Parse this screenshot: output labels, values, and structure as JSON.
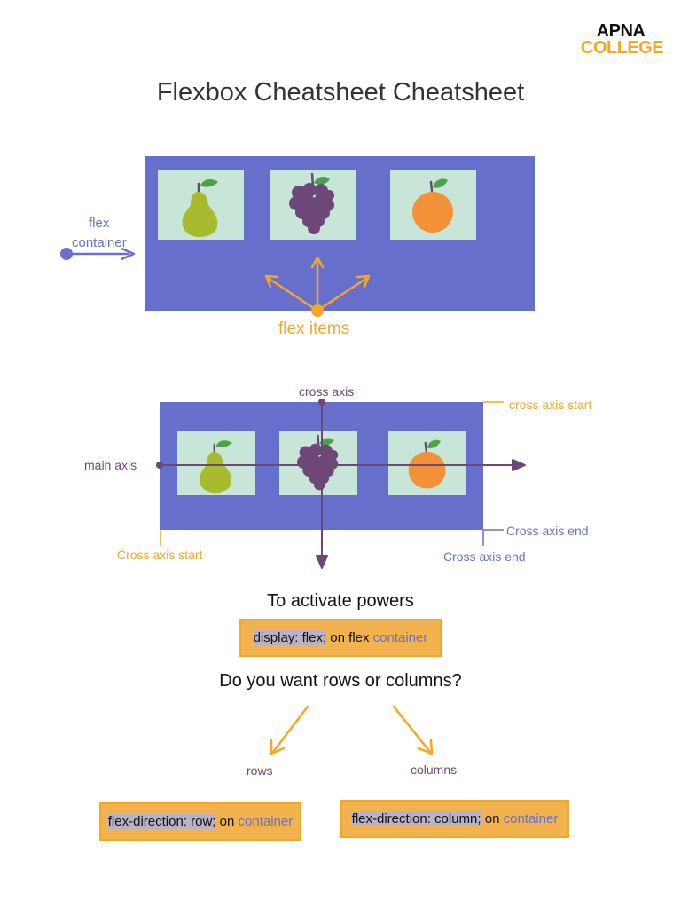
{
  "logo": {
    "line1": "APNA",
    "line2": "COLLEGE"
  },
  "title": "Flexbox Cheatsheet Cheatsheet",
  "diagram1": {
    "flex_label_line1": "flex",
    "flex_label_line2": "container",
    "items_label": "flex items",
    "items": [
      {
        "name": "pear",
        "icon": "pear-icon"
      },
      {
        "name": "grapes",
        "icon": "grapes-icon"
      },
      {
        "name": "orange",
        "icon": "orange-icon"
      }
    ]
  },
  "diagram2": {
    "cross_axis": "cross axis",
    "cross_axis_start_right": "cross axis start",
    "main_axis": "main axis",
    "cross_axis_end_right": "Cross axis end",
    "cross_axis_start_bottom": "Cross axis start",
    "cross_axis_end_bottom": "Cross axis end"
  },
  "activate": {
    "heading": "To activate powers",
    "code_highlight": "display: flex;",
    "code_rest": " on flex ",
    "code_kw": "container"
  },
  "direction": {
    "question": "Do you want rows or columns?",
    "rows_label": "rows",
    "columns_label": "columns",
    "row_code_highlight": "flex-direction: row;",
    "row_code_rest": " on ",
    "row_code_kw": "container",
    "col_code_highlight": "flex-direction: column;",
    "col_code_rest": " on ",
    "col_code_kw": "container"
  },
  "colors": {
    "container": "#6670cc",
    "item_bg": "#c8e6d8",
    "accent_orange": "#f5a623",
    "axis_purple": "#6d4777",
    "pear": "#a8bb2e",
    "grapes": "#6d4777",
    "orange": "#f29137",
    "leaf": "#4ca24a"
  }
}
